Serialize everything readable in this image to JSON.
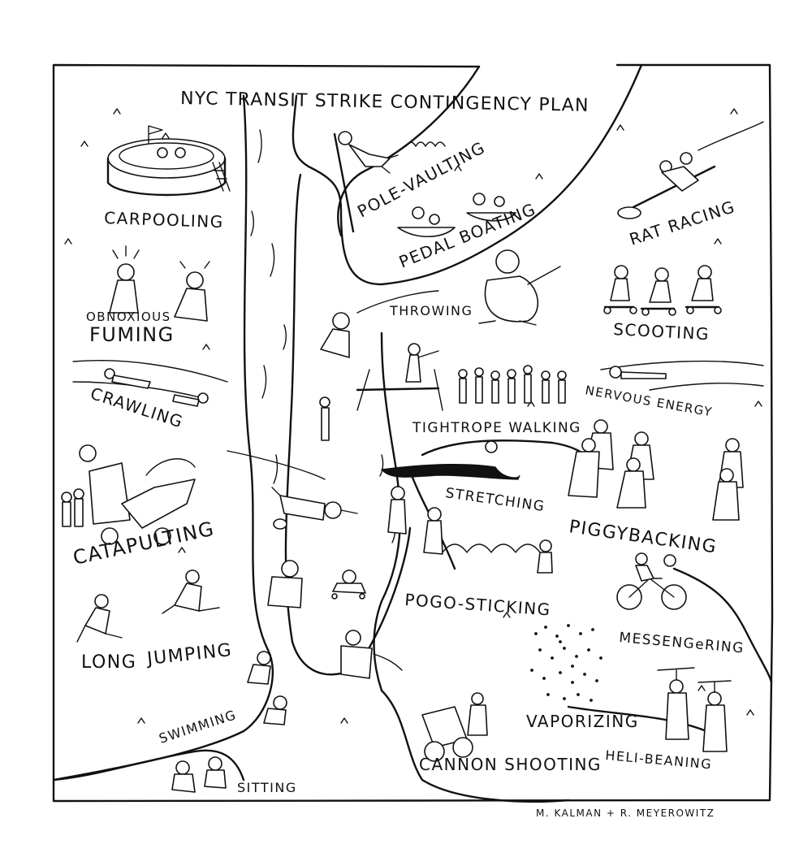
{
  "title": "NYC TRANSIT STRIKE CONTINGENCY PLAN",
  "credit": "M. KALMAN + R. MEYEROWITZ",
  "labels": {
    "carpooling": "CARPOOLING",
    "pole_vaulting": "POLE-VAULTING",
    "pedal_boating": "PEDAL BOATING",
    "rat_racing": "RAT RACING",
    "obnoxious": "OBNOXIOUS",
    "fuming": "FUMING",
    "throwing": "THROWING",
    "scooting": "SCOOTING",
    "crawling": "CRAWLING",
    "nervous_energy": "NERVOUS ENERGY",
    "tightrope_walking": "TIGHTROPE WALKING",
    "catapulting": "CATAPULTING",
    "stretching": "STRETCHING",
    "piggybacking": "PIGGYBACKING",
    "long": "LONG",
    "jumping": "JUMPING",
    "pogo_sticking": "POGO-STICKING",
    "messengering": "MESSENGeRING",
    "swimming": "SWIMMING",
    "vaporizing": "VAPORIZING",
    "cannon_shooting": "CANNON SHOOTING",
    "heli_beaning": "HELI-BEANING",
    "sitting": "SITTING"
  },
  "ink_color": "#111111",
  "paper_color": "#ffffff"
}
